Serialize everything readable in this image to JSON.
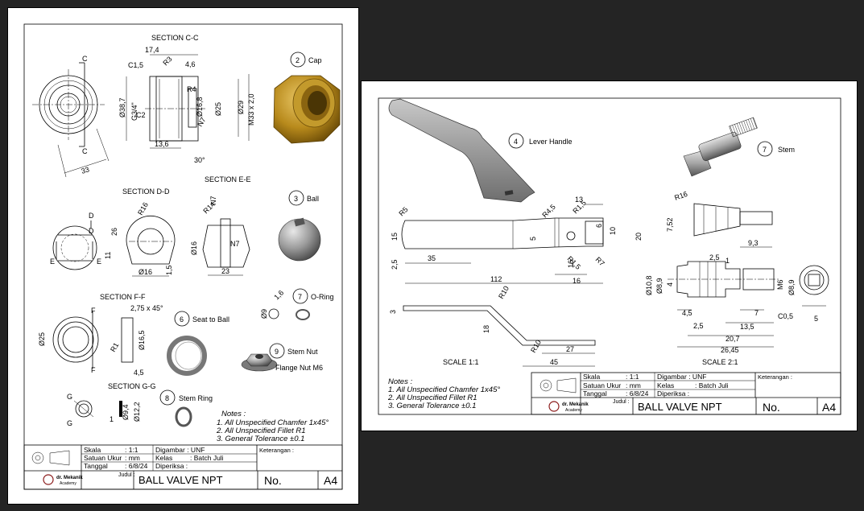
{
  "sheet1": {
    "sections": {
      "cc": "SECTION C-C",
      "dd": "SECTION D-D",
      "ee": "SECTION E-E",
      "ff": "SECTION F-F",
      "gg": "SECTION G-G"
    },
    "dims": {
      "d174": "17,4",
      "c15": "C1,5",
      "r3": "R3",
      "d46": "4,6",
      "d387": "Ø38,7",
      "g34": "G3/4\"",
      "r4": "R4",
      "d168": "Ø16,8",
      "d25": "Ø25",
      "d29": "Ø29",
      "m33": "M33 x 2,0",
      "n7a": "N7",
      "c2": "C2",
      "d136": "13,6",
      "d30": "30°",
      "d33": "33",
      "r16": "R16",
      "d26": "26",
      "d11": "11",
      "d16a": "Ø16",
      "d15": "1,5",
      "r14": "R14",
      "n7b": "N7",
      "n7c": "N7",
      "d16b": "Ø16",
      "d23": "23",
      "cham": "2,75 x 45°",
      "d25b": "Ø25",
      "r1": "R1",
      "d165": "Ø16,5",
      "d45": "4,5",
      "d9": "Ø9",
      "d16c": "1,6",
      "d1": "1",
      "d94": "Ø9,4",
      "d122": "Ø12,2"
    },
    "letters": [
      "C",
      "C",
      "D",
      "D",
      "E",
      "E",
      "F",
      "F",
      "G",
      "G"
    ],
    "balloons": [
      {
        "num": "2",
        "label": "Cap"
      },
      {
        "num": "3",
        "label": "Ball"
      },
      {
        "num": "7",
        "label": "O-Ring"
      },
      {
        "num": "6",
        "label": "Seat to Ball"
      },
      {
        "num": "9",
        "label": "Stem Nut"
      },
      {
        "num": "8",
        "label": "Stem Ring"
      }
    ],
    "flange_label": "Flange Nut M6",
    "notes": {
      "title": "Notes :",
      "lines": [
        "1. All Unspecified Chamfer 1x45°",
        "2. All Unspecified Fillet R1",
        "3. General Tolerance ±0.1"
      ]
    },
    "title_block": {
      "skala_k": "Skala",
      "skala_v": ": 1:1",
      "satuan_k": "Satuan Ukur",
      "satuan_v": ": mm",
      "tanggal_k": "Tanggal",
      "tanggal_v": ": 6/8/24",
      "digambar": "Digambar : UNF",
      "kelas_k": "Kelas",
      "kelas_v": ": Batch Juli",
      "diperiksa": "Diperiksa :",
      "keterangan": "Keterangan :",
      "judul_k": "Judul :",
      "judul": "BALL VALVE NPT",
      "no": "No.",
      "size": "A4",
      "logo_1": "dr. Mekanik",
      "logo_2": "Academy"
    }
  },
  "sheet2": {
    "balloons": [
      {
        "num": "4",
        "label": "Lever Handle"
      },
      {
        "num": "7",
        "label": "Stem"
      }
    ],
    "dims": {
      "r5": "R5",
      "d15": "15",
      "d25": "2,5",
      "d35": "35",
      "d112": "112",
      "r45": "R4,5",
      "r15": "R1,5",
      "d13": "13",
      "d6": "6",
      "d10": "10",
      "d20": "20",
      "d5": "5",
      "r15b": "R1,5",
      "d16": "16",
      "r7": "R7",
      "d16b": "16",
      "d3": "3",
      "r10a": "R10",
      "d18": "18",
      "r10b": "R10",
      "d27": "27",
      "d45": "45",
      "r16": "R16",
      "d752": "7,52",
      "d93": "9,3",
      "d25s": "2,5",
      "d1": "1",
      "d108": "Ø10,8",
      "d89": "Ø8,9",
      "d4": "4",
      "m6": "M6",
      "d89b": "Ø8,9",
      "d45s": "4,5",
      "d7": "7",
      "c05": "C0,5",
      "d25t": "2,5",
      "d135": "13,5",
      "d207": "20,7",
      "d2645": "26,45",
      "d5s": "5"
    },
    "scale1": "SCALE 1:1",
    "scale2": "SCALE 2:1",
    "notes": {
      "title": "Notes :",
      "lines": [
        "1. All Unspecified Chamfer 1x45°",
        "2. All Unspecified Fillet R1",
        "3. General Tolerance ±0.1"
      ]
    },
    "title_block": {
      "skala_k": "Skala",
      "skala_v": ": 1:1",
      "satuan_k": "Satuan Ukur",
      "satuan_v": ": mm",
      "tanggal_k": "Tanggal",
      "tanggal_v": ": 6/8/24",
      "digambar": "Digambar : UNF",
      "kelas_k": "Kelas",
      "kelas_v": ": Batch Juli",
      "diperiksa": "Diperiksa :",
      "keterangan": "Keterangan :",
      "judul_k": "Judul :",
      "judul": "BALL VALVE NPT",
      "no": "No.",
      "size": "A4",
      "logo_1": "dr. Mekanik",
      "logo_2": "Academy"
    }
  }
}
